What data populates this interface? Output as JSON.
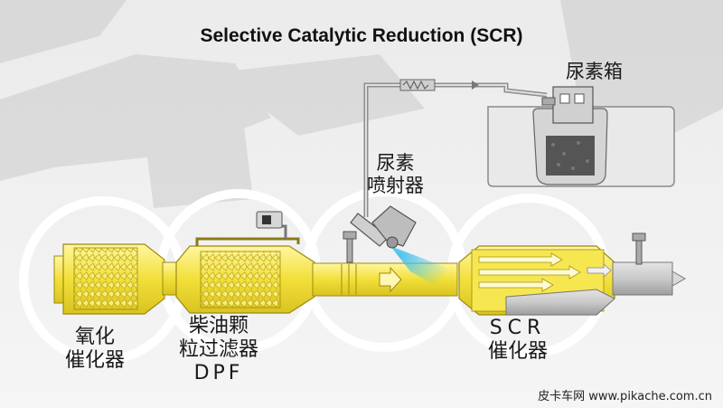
{
  "title": "Selective Catalytic Reduction (SCR)",
  "labels": {
    "urea_tank": "尿素箱",
    "urea_injector": [
      "尿素",
      "喷射器"
    ],
    "oxidation_catalyst": [
      "氧化",
      "催化器"
    ],
    "dpf": [
      "柴油颗",
      "粒过滤器",
      "DPF"
    ],
    "scr_catalyst": [
      "SCR",
      "催化器"
    ]
  },
  "watermark": "皮卡车网  www.pikache.com.cn",
  "colors": {
    "exhaust_yellow": "#f3e24a",
    "pipe_gray": "#c7c7c7",
    "ring_white": "#ffffff",
    "spray_cyan": "#46c3e6"
  }
}
